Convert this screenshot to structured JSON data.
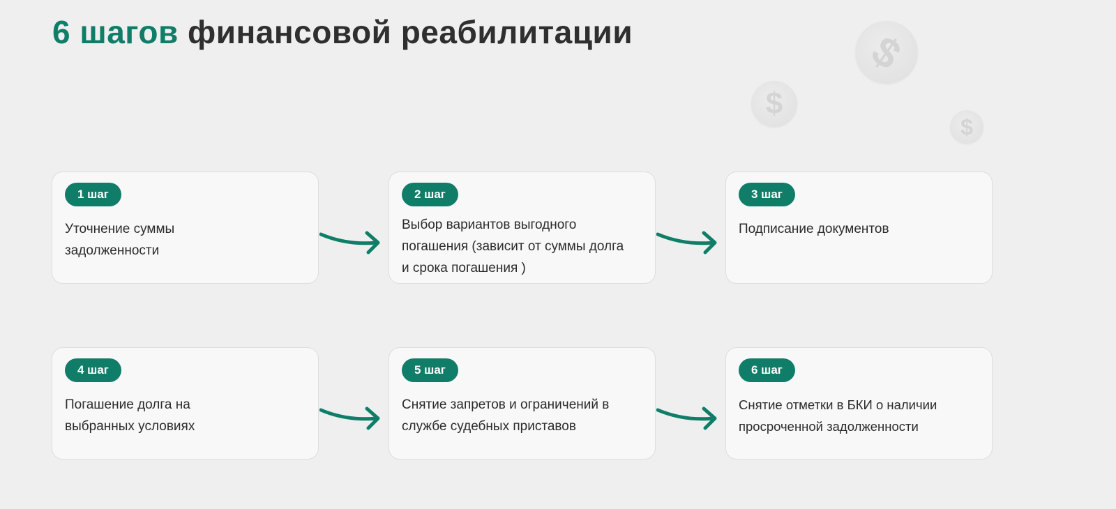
{
  "header": {
    "title_accent": "6 шагов",
    "title_rest": " финансовой реабилитации"
  },
  "decor": {
    "coin_symbol": "$",
    "accent_color": "#0f7d67"
  },
  "steps": [
    {
      "badge": "1 шаг",
      "text": "Уточнение суммы задолженности"
    },
    {
      "badge": "2 шаг",
      "text": "Выбор вариантов выгодного погашения (зависит от суммы долга и срока погашения )"
    },
    {
      "badge": "3 шаг",
      "text": "Подписание документов"
    },
    {
      "badge": "4 шаг",
      "text": "Погашение долга на выбранных условиях"
    },
    {
      "badge": "5 шаг",
      "text": "Снятие запретов и ограничений в службе судебных приставов"
    },
    {
      "badge": "6 шаг",
      "text": "Снятие отметки в БКИ о наличии просроченной задолженности"
    }
  ]
}
